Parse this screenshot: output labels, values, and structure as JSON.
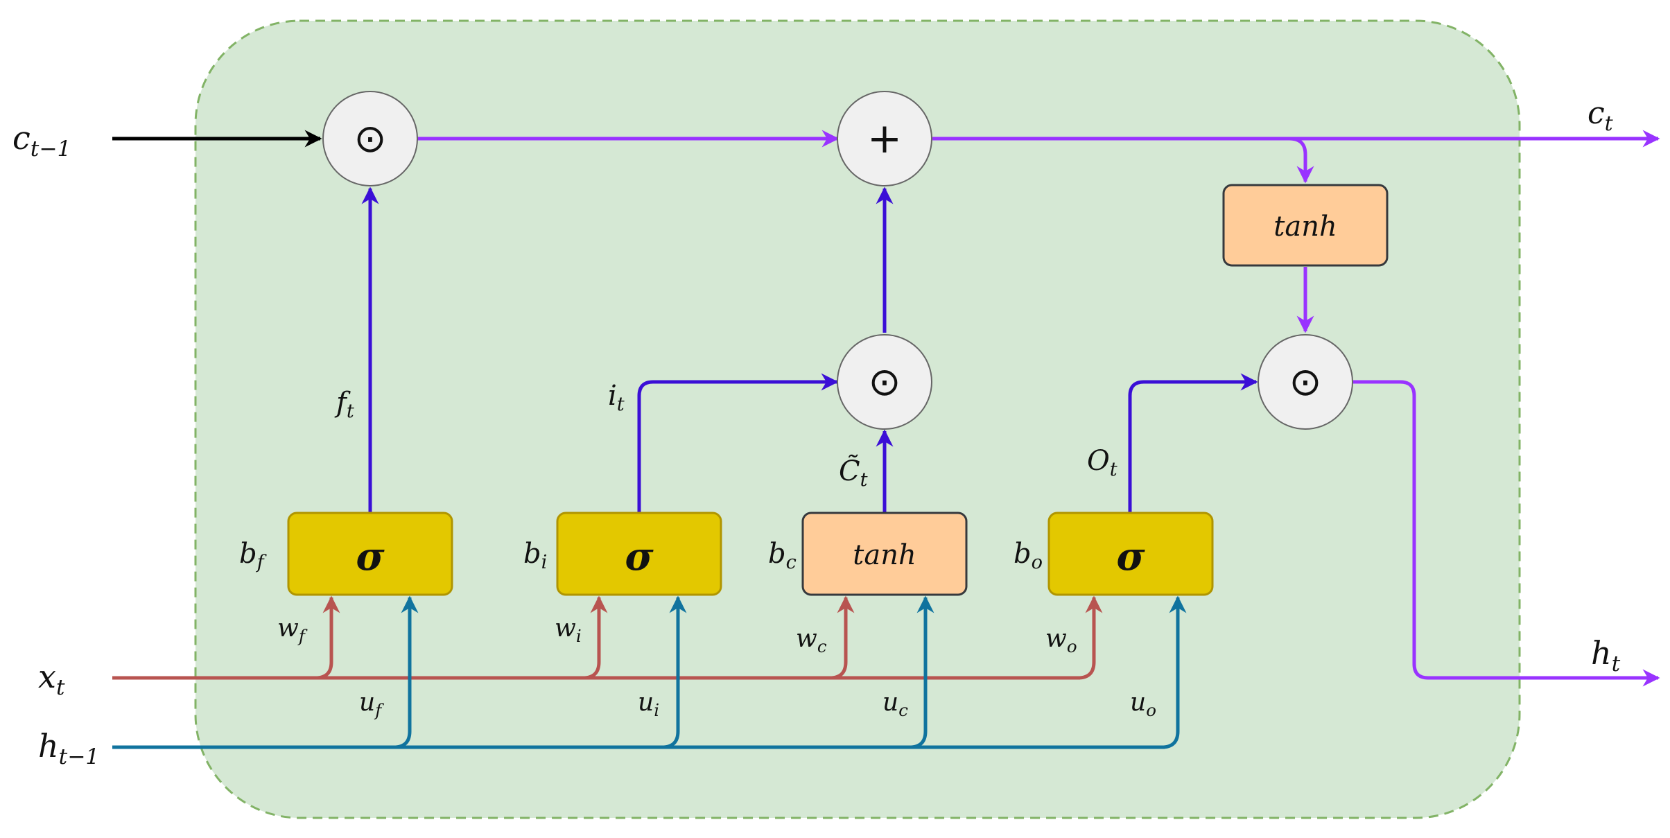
{
  "cell": {
    "inputs": {
      "c_prev": {
        "base": "c",
        "sub": "t−1"
      },
      "x_t": {
        "base": "x",
        "sub": "t"
      },
      "h_prev": {
        "base": "h",
        "sub": "t−1"
      }
    },
    "outputs": {
      "c_t": {
        "base": "c",
        "sub": "t"
      },
      "h_t": {
        "base": "h",
        "sub": "t"
      }
    },
    "gates": [
      {
        "id": "forget",
        "func": "σ",
        "bias": {
          "base": "b",
          "sub": "f"
        },
        "w": {
          "base": "w",
          "sub": "f"
        },
        "u": {
          "base": "u",
          "sub": "f"
        },
        "out": {
          "base": "f",
          "sub": "t"
        }
      },
      {
        "id": "input",
        "func": "σ",
        "bias": {
          "base": "b",
          "sub": "i"
        },
        "w": {
          "base": "w",
          "sub": "i"
        },
        "u": {
          "base": "u",
          "sub": "i"
        },
        "out": {
          "base": "i",
          "sub": "t"
        }
      },
      {
        "id": "candidate",
        "func": "tanh",
        "bias": {
          "base": "b",
          "sub": "c"
        },
        "w": {
          "base": "w",
          "sub": "c"
        },
        "u": {
          "base": "u",
          "sub": "c"
        },
        "out": {
          "base": "C̃",
          "sub": "t"
        }
      },
      {
        "id": "output",
        "func": "σ",
        "bias": {
          "base": "b",
          "sub": "o"
        },
        "w": {
          "base": "w",
          "sub": "o"
        },
        "u": {
          "base": "u",
          "sub": "o"
        },
        "out": {
          "base": "O",
          "sub": "t"
        }
      }
    ],
    "output_tanh": "tanh",
    "ops": {
      "multiply": "⊙",
      "add": "+"
    }
  },
  "colors": {
    "cell_bg": "#d5e8d4",
    "cell_border": "#82b366",
    "sigma_fill": "#e3c800",
    "sigma_border": "#b09500",
    "tanh_fill": "#ffcc99",
    "tanh_border": "#36393d",
    "op_fill": "#f0f0f0",
    "cell_state_line": "#9933ff",
    "gate_line": "#3a0fd6",
    "x_line": "#b85450",
    "h_line": "#10739e",
    "input_line": "#000000"
  }
}
